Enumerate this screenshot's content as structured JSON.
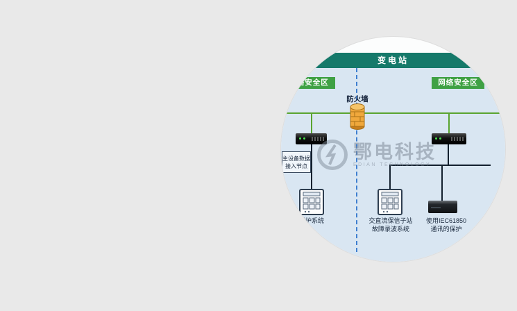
{
  "title_band": {
    "label": "变电站"
  },
  "zones": [
    {
      "label": "网络安全区"
    },
    {
      "label": "网络安全区"
    }
  ],
  "firewall": {
    "label": "防火墙"
  },
  "node_box": {
    "line1": "主设备数据",
    "line2": "接入节点"
  },
  "captions": {
    "left": "保护系统",
    "middle_line1": "交直流保信子站",
    "middle_line2": "故障录波系统",
    "right_line1": "使用IEC61850",
    "right_line2": "通讯的保护"
  },
  "watermark": {
    "name": "鄂电科技",
    "subtext": "EDIAN TECHNOLOGY"
  },
  "colors": {
    "page_bg": "#e9e9e9",
    "diagram_bg": "#d9e6f2",
    "band_teal": "#15796a",
    "zone_green": "#3fa144",
    "bus_green": "#5aa42f",
    "boundary_blue": "#3f7fd0",
    "firewall_orange": "#f0a83c",
    "line_black": "#13202e"
  }
}
